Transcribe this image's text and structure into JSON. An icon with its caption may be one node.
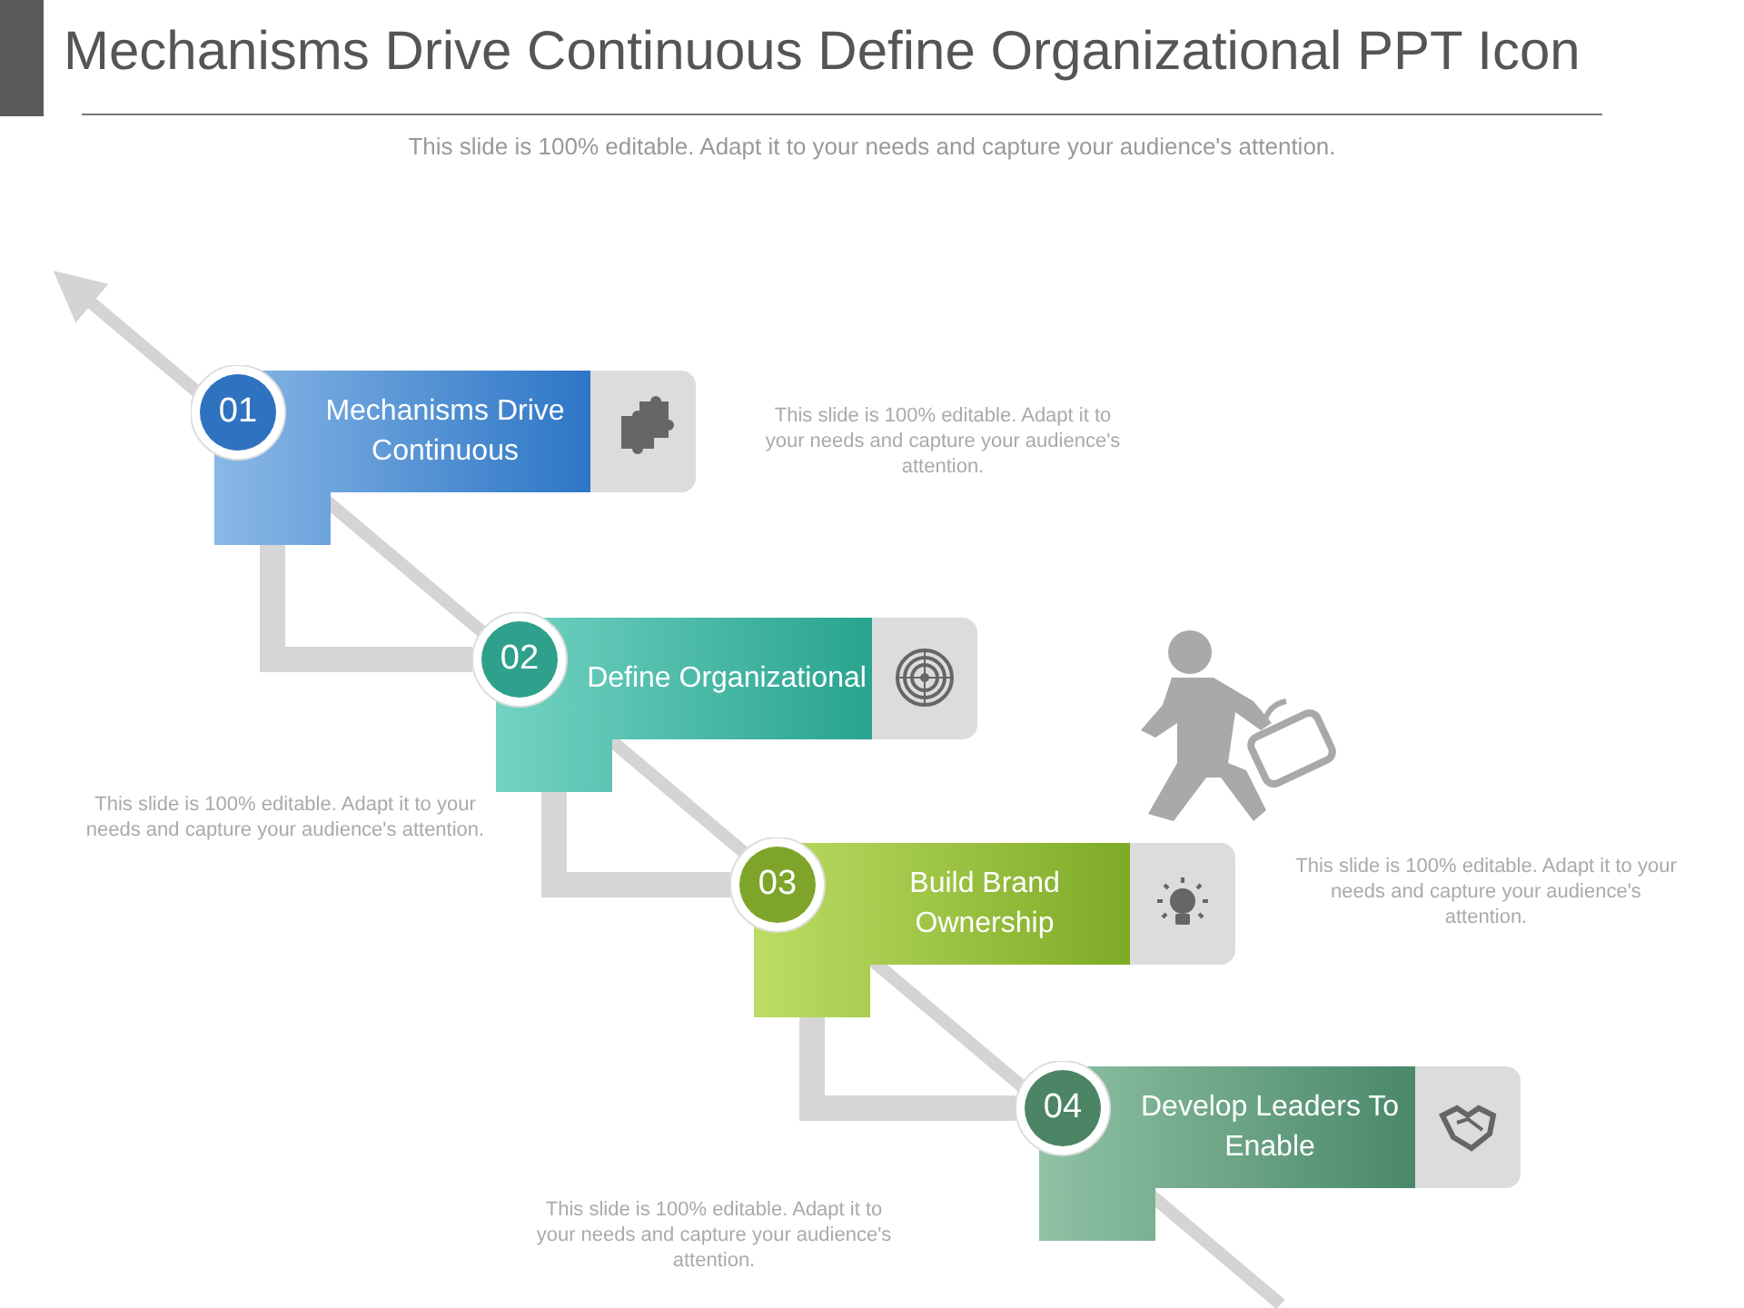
{
  "diagram": {
    "title": "Mechanisms Drive Continuous Define Organizational PPT Icon",
    "nodes": [
      {
        "text": [
          "01",
          "Mechanisms Drive Continuous"
        ]
      },
      {
        "text": [
          "02",
          "Define Organizational"
        ]
      },
      {
        "text": [
          "03",
          "Build Brand Ownership"
        ]
      },
      {
        "text": [
          "04",
          "Develop Leaders To Enable"
        ]
      }
    ],
    "edges": [
      {
        "from": 0,
        "to": 1,
        "arrow": "none"
      },
      {
        "from": 1,
        "to": 2,
        "arrow": "none"
      },
      {
        "from": 2,
        "to": 3,
        "arrow": "none"
      }
    ],
    "labels": [
      "This slide is 100% editable. Adapt it to your needs and capture your audience's attention.",
      "This slide is 100% editable. Adapt it to your needs and capture your audience's attention.",
      "This slide is 100% editable. Adapt it to your needs and capture your audience's attention.",
      "This slide is 100% editable. Adapt it to your needs and capture your audience's attention.",
      "This slide is 100% editable. Adapt it to your needs and capture your audience's attention."
    ]
  }
}
